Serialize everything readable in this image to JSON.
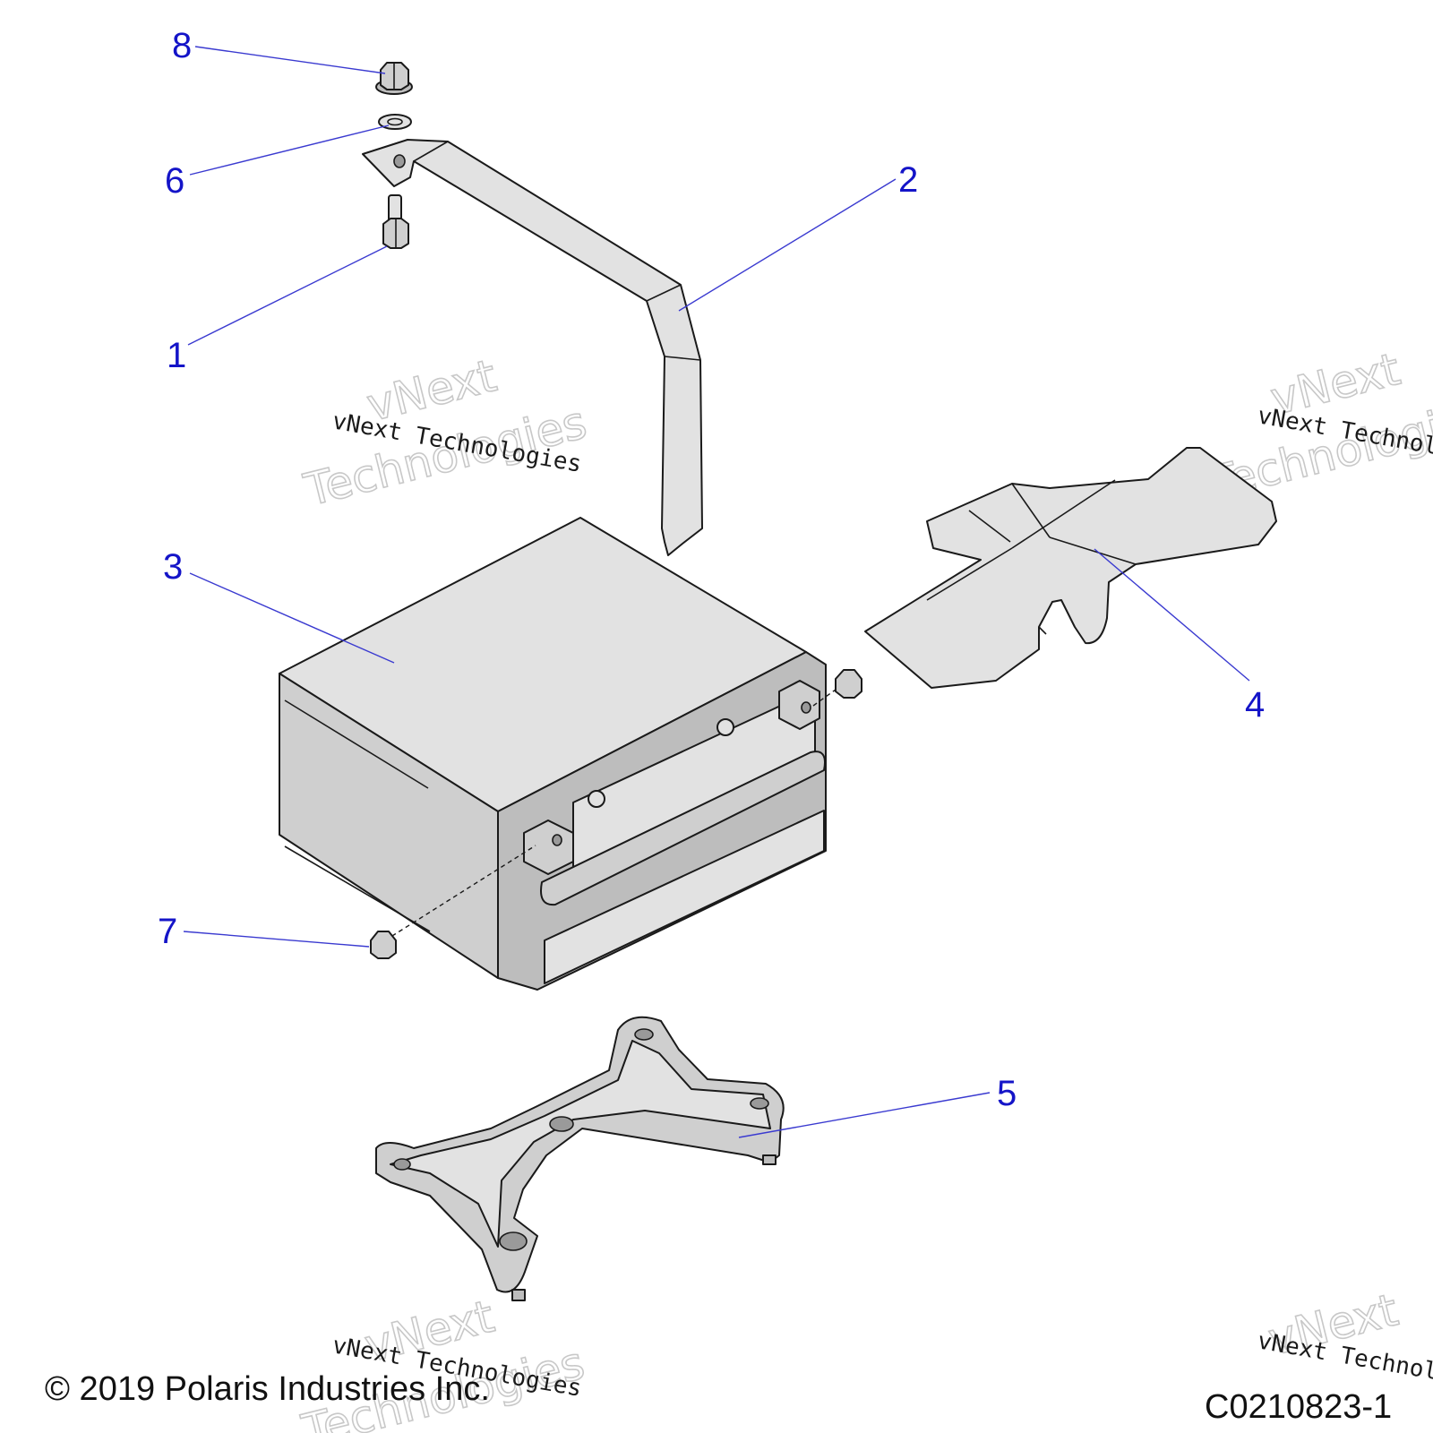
{
  "callouts": [
    {
      "id": "1",
      "label": "1",
      "part": "bolt"
    },
    {
      "id": "2",
      "label": "2",
      "part": "hold-down-strap"
    },
    {
      "id": "3",
      "label": "3",
      "part": "battery"
    },
    {
      "id": "4",
      "label": "4",
      "part": "terminal-cover"
    },
    {
      "id": "5",
      "label": "5",
      "part": "battery-tray"
    },
    {
      "id": "6",
      "label": "6",
      "part": "lock-washer"
    },
    {
      "id": "7",
      "label": "7",
      "part": "terminal-nut"
    },
    {
      "id": "8",
      "label": "8",
      "part": "flange-nut"
    }
  ],
  "watermark": {
    "line_small": "vNext Technologies",
    "line_big_1": "vNext",
    "line_big_2": "Technologies"
  },
  "footer": {
    "copyright": "© 2019 Polaris Industries Inc.",
    "diagram_code": "C0210823-1"
  },
  "colors": {
    "callout": "#1414c8",
    "part_fill": "#cfcfcf",
    "outline": "#1a1a1a"
  }
}
